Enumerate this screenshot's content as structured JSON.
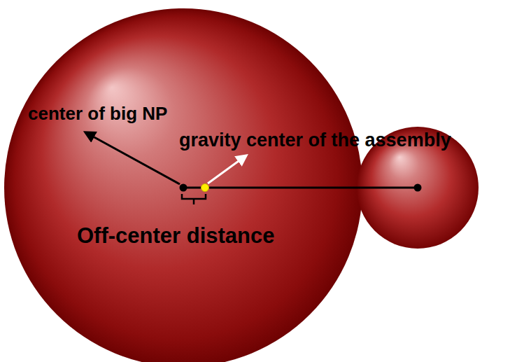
{
  "diagram": {
    "labels": [
      "center of big NP",
      "gravity center of the assembly",
      "Off-center distance"
    ]
  }
}
